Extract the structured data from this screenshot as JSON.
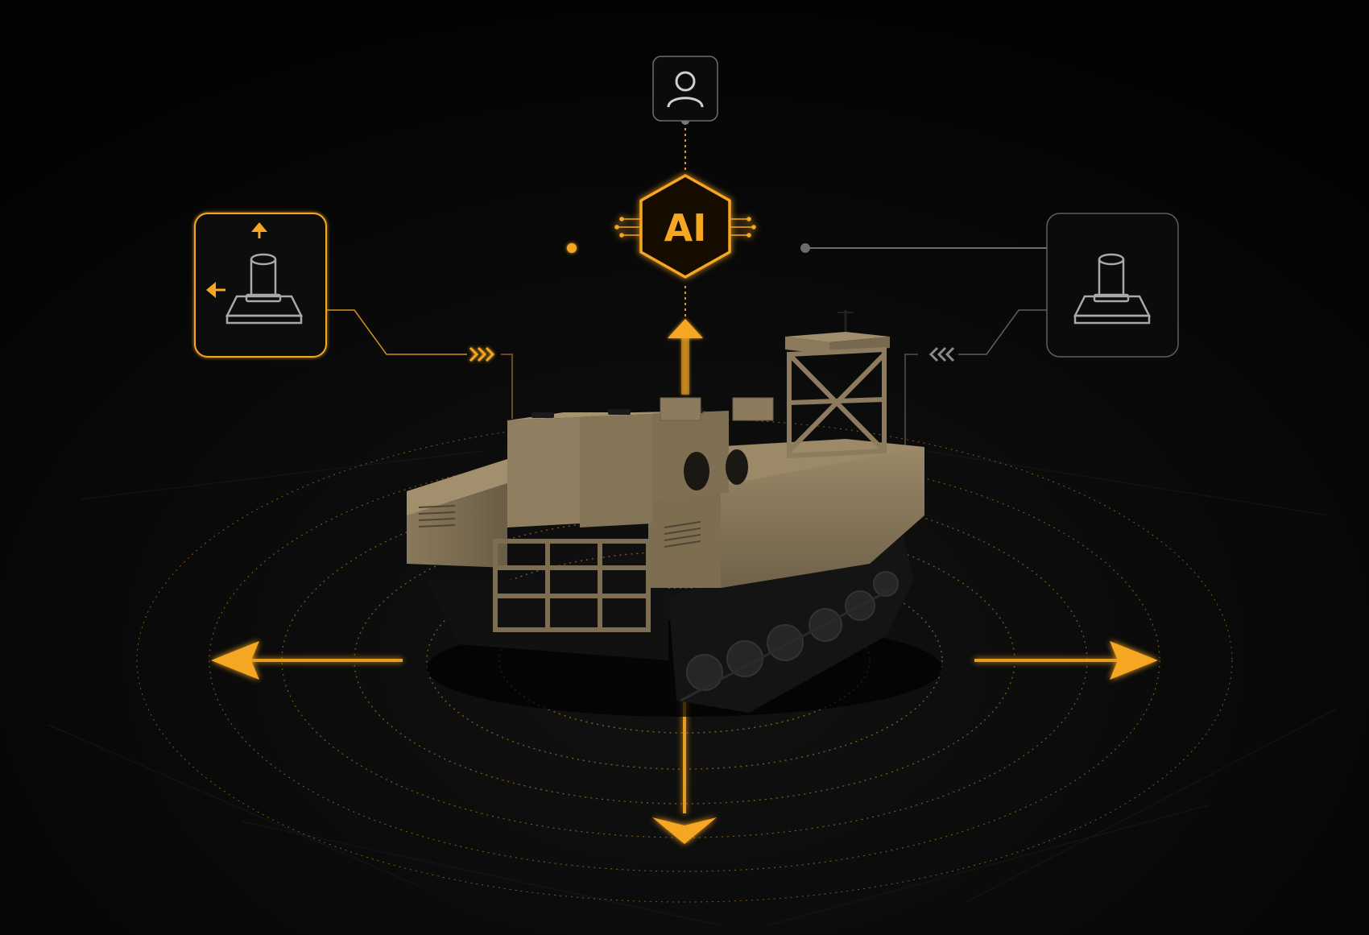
{
  "diagram": {
    "ai_hub": {
      "label": "AI",
      "icon": "hexagon-chip-icon"
    },
    "operator": {
      "icon": "person-icon"
    },
    "left_node": {
      "icon": "joystick-with-direction-arrows-icon",
      "state": "active"
    },
    "right_node": {
      "icon": "joystick-icon",
      "state": "inactive"
    },
    "left_flow_indicator": {
      "icon": "chevrons-right-icon"
    },
    "right_flow_indicator": {
      "icon": "chevrons-left-icon"
    },
    "vehicle": {
      "icon": "tracked-ground-robot-vehicle"
    },
    "movement_arrows": [
      "arrow-left-icon",
      "arrow-right-icon",
      "arrow-down-icon",
      "arrow-up-icon"
    ]
  },
  "colors": {
    "background": "#050505",
    "accent": "#f5a623",
    "accent_glow": "#ffb733",
    "inactive_line": "#6b6b6b",
    "vehicle_body": "#8b7a5e",
    "vehicle_dark": "#5e5240",
    "track": "#141414"
  }
}
